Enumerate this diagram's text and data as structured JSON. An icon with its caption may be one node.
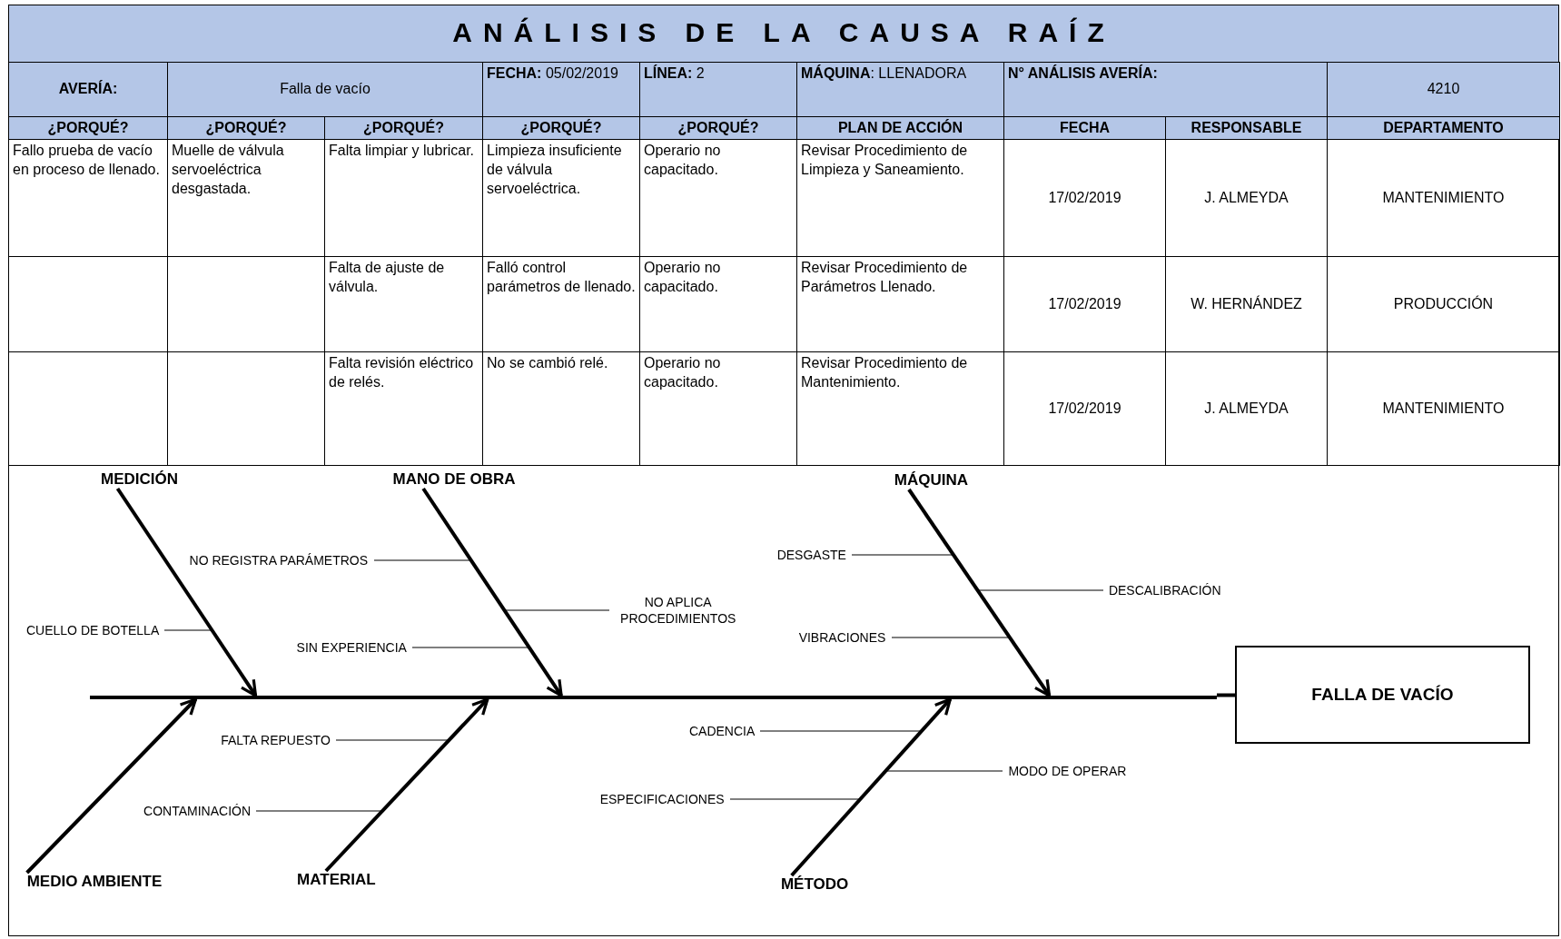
{
  "diagram": {
    "title": "ANÁLISIS DE LA CAUSA RAÍZ",
    "nodes": [
      {
        "text": [
          "MEDICIÓN"
        ]
      },
      {
        "text": [
          "MANO DE OBRA"
        ]
      },
      {
        "text": [
          "MÁQUINA"
        ]
      },
      {
        "text": [
          "MEDIO AMBIENTE"
        ]
      },
      {
        "text": [
          "MATERIAL"
        ]
      },
      {
        "text": [
          "MÉTODO"
        ]
      },
      {
        "text": [],
        "shape": "line"
      },
      {
        "text": [
          "FALLA DE VACÍO"
        ]
      },
      {
        "text": [
          "NO REGISTRA PARÁMETROS"
        ]
      },
      {
        "text": [
          "CUELLO DE BOTELLA"
        ]
      },
      {
        "text": [
          "NO APLICA PROCEDIMIENTOS"
        ]
      },
      {
        "text": [
          "SIN EXPERIENCIA"
        ]
      },
      {
        "text": [
          "DESGASTE"
        ]
      },
      {
        "text": [
          "DESCALIBRACIÓN"
        ]
      },
      {
        "text": [
          "VIBRACIONES"
        ]
      },
      {
        "text": [
          "FALTA REPUESTO"
        ]
      },
      {
        "text": [
          "CONTAMINACIÓN"
        ]
      },
      {
        "text": [
          "CADENCIA"
        ]
      },
      {
        "text": [
          "MODO DE OPERAR"
        ]
      },
      {
        "text": [
          "ESPECIFICACIONES"
        ]
      }
    ],
    "edges": [
      {
        "from": 0,
        "to": 6,
        "arrow": "to",
        "style": "thick"
      },
      {
        "from": 1,
        "to": 6,
        "arrow": "to",
        "style": "thick"
      },
      {
        "from": 2,
        "to": 6,
        "arrow": "to",
        "style": "thick"
      },
      {
        "from": 3,
        "to": 6,
        "arrow": "to",
        "style": "thick"
      },
      {
        "from": 4,
        "to": 6,
        "arrow": "to",
        "style": "thick"
      },
      {
        "from": 5,
        "to": 6,
        "arrow": "to",
        "style": "thick"
      },
      {
        "from": 6,
        "to": 7,
        "arrow": "none",
        "style": "thick"
      },
      {
        "from": 8,
        "to": null,
        "arrow": "none"
      },
      {
        "from": 9,
        "to": null,
        "arrow": "none"
      },
      {
        "from": 10,
        "to": null,
        "arrow": "none"
      },
      {
        "from": 11,
        "to": null,
        "arrow": "none"
      },
      {
        "from": 12,
        "to": null,
        "arrow": "none"
      },
      {
        "from": 13,
        "to": null,
        "arrow": "none"
      },
      {
        "from": 14,
        "to": null,
        "arrow": "none"
      },
      {
        "from": 15,
        "to": null,
        "arrow": "none"
      },
      {
        "from": 16,
        "to": null,
        "arrow": "none"
      },
      {
        "from": 17,
        "to": null,
        "arrow": "none"
      },
      {
        "from": 18,
        "to": null,
        "arrow": "none"
      },
      {
        "from": 19,
        "to": null,
        "arrow": "none"
      }
    ],
    "labels": [
      "AVERÍA:",
      "Falla de vacío",
      "**FECHA:** 05/02/2019",
      "**LÍNEA:** 2",
      "**MÁQUINA**: LLENADORA",
      "N° ANÁLISIS AVERÍA:",
      "4210",
      "¿PORQUÉ?",
      "¿PORQUÉ?",
      "¿PORQUÉ?",
      "¿PORQUÉ?",
      "¿PORQUÉ?",
      "PLAN DE ACCIÓN",
      "FECHA",
      "RESPONSABLE",
      "DEPARTAMENTO",
      "Fallo prueba de vacío en proceso de llenado.",
      "Muelle de válvula servoeléctrica desgastada.",
      "Falta limpiar y lubricar.",
      "Limpieza insuficiente de válvula servoeléctrica.",
      "Operario no capacitado.",
      "Revisar Procedimiento de Limpieza y Saneamiento.",
      "17/02/2019",
      "J. ALMEYDA",
      "MANTENIMIENTO",
      "Falta de ajuste de válvula.",
      "Falló control parámetros de llenado.",
      "Operario no capacitado.",
      "Revisar Procedimiento de Parámetros Llenado.",
      "17/02/2019",
      "W. HERNÁNDEZ",
      "PRODUCCIÓN",
      "Falta revisión eléctrico de relés.",
      "No se cambió relé.",
      "Operario no capacitado.",
      "Revisar Procedimiento de Mantenimiento.",
      "17/02/2019",
      "J. ALMEYDA",
      "MANTENIMIENTO"
    ]
  }
}
